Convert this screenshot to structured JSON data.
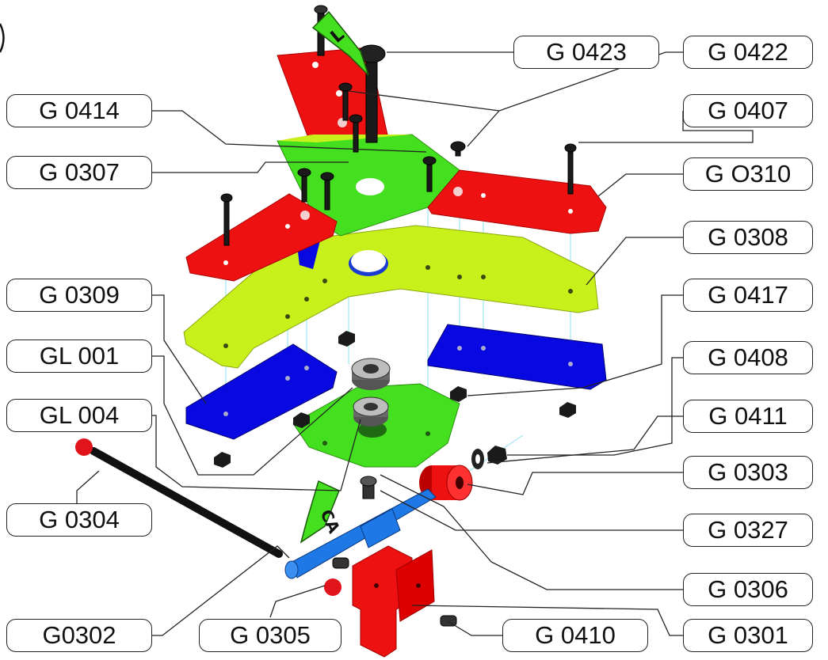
{
  "labels": {
    "g0423": "G 0423",
    "g0422": "G 0422",
    "g0414": "G 0414",
    "g0407": "G 0407",
    "g0307": "G 0307",
    "g0310": "G O310",
    "g0308": "G 0308",
    "g0309": "G 0309",
    "g0417": "G 0417",
    "gl001": "GL 001",
    "g0408": "G 0408",
    "gl004": "GL 004",
    "g0411": "G 0411",
    "g0303": "G 0303",
    "g0304": "G 0304",
    "g0327": "G 0327",
    "g0306": "G 0306",
    "g0302": "G0302",
    "g0305": "G 0305",
    "g0410": "G 0410",
    "g0301": "G 0301"
  },
  "tags": {
    "lubricant": "L",
    "adhesive": "CA"
  },
  "colors": {
    "red": "#ee1111",
    "green": "#44e020",
    "yellow_green": "#c8f01a",
    "blue": "#0808e0",
    "black": "#1a1a1a",
    "rod_blue": "#1e78e6",
    "leader": "#222222",
    "guide": "#7fe0f0"
  }
}
